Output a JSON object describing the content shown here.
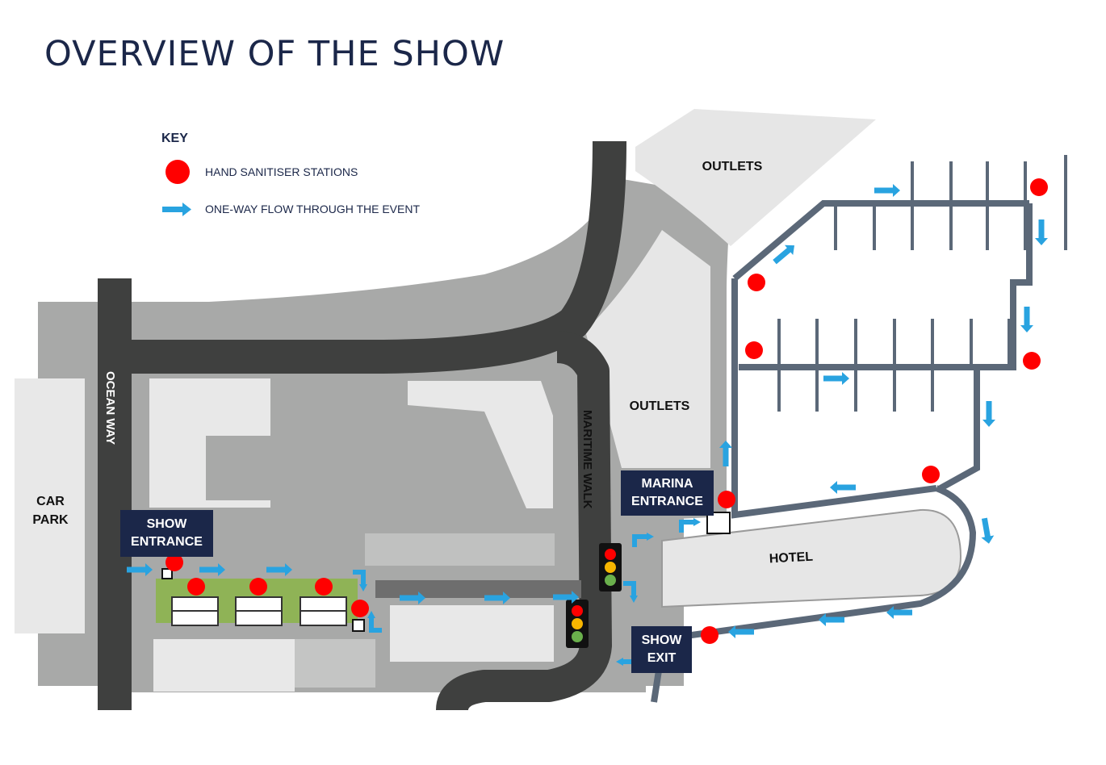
{
  "title": "OVERVIEW OF THE SHOW",
  "key": {
    "heading": "KEY",
    "items": [
      {
        "symbol": "red-dot",
        "label": "HAND SANITISER STATIONS"
      },
      {
        "symbol": "blue-arrow",
        "label": "ONE-WAY FLOW THROUGH THE EVENT"
      }
    ]
  },
  "colors": {
    "sanitiser": "#ff0000",
    "flow_arrow": "#29a3e0",
    "navy": "#1b2749",
    "road": "#3f403f",
    "pontoon": "#5b6878"
  },
  "labels": {
    "outlets_top": "OUTLETS",
    "outlets_mid": "OUTLETS",
    "hotel": "HOTEL",
    "ocean_way": "OCEAN WAY",
    "maritime_walk": "MARITIME WALK",
    "car_park": [
      "CAR",
      "PARK"
    ],
    "show_entrance": [
      "SHOW",
      "ENTRANCE"
    ],
    "marina_entrance": [
      "MARINA",
      "ENTRANCE"
    ],
    "show_exit": [
      "SHOW",
      "EXIT"
    ]
  },
  "traffic_lights": 2,
  "sanitiser_stations": 12
}
